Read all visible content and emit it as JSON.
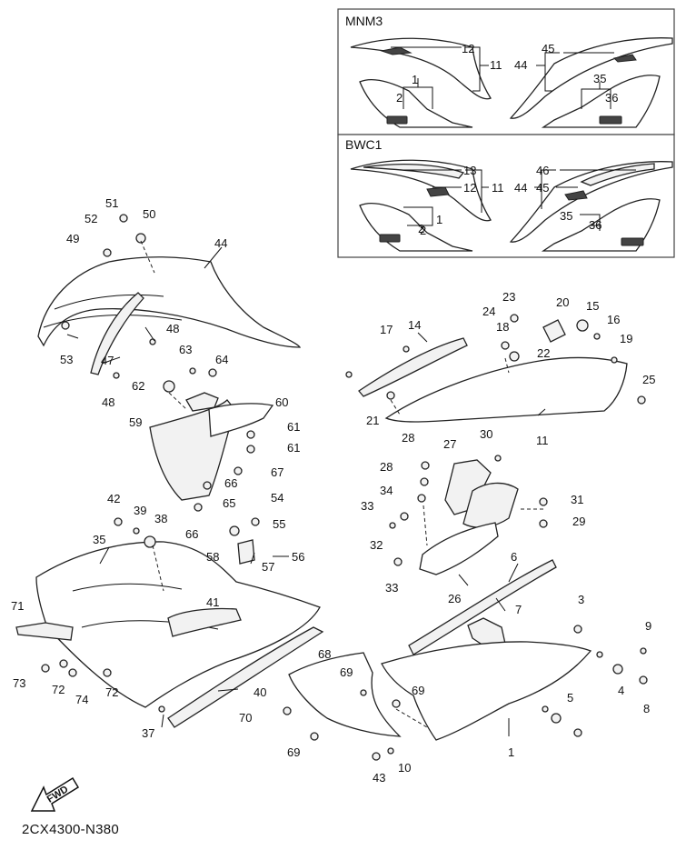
{
  "diagram_code": "2CX4300-N380",
  "fwd_label": "FWD",
  "inset_boxes": [
    {
      "title": "MNM3",
      "callouts": [
        "12",
        "11",
        "45",
        "44",
        "1",
        "2",
        "35",
        "36"
      ]
    },
    {
      "title": "BWC1",
      "callouts": [
        "13",
        "12",
        "11",
        "46",
        "44",
        "45",
        "1",
        "2",
        "35",
        "36"
      ]
    }
  ],
  "part_numbers": [
    "1",
    "2",
    "3",
    "4",
    "5",
    "6",
    "7",
    "8",
    "9",
    "10",
    "11",
    "12",
    "13",
    "14",
    "15",
    "16",
    "17",
    "18",
    "19",
    "20",
    "21",
    "22",
    "23",
    "24",
    "25",
    "26",
    "27",
    "28",
    "29",
    "30",
    "31",
    "32",
    "33",
    "34",
    "35",
    "36",
    "37",
    "38",
    "39",
    "40",
    "41",
    "42",
    "43",
    "44",
    "45",
    "46",
    "47",
    "48",
    "49",
    "50",
    "51",
    "52",
    "53",
    "54",
    "55",
    "56",
    "57",
    "58",
    "59",
    "60",
    "61",
    "62",
    "63",
    "64",
    "65",
    "66",
    "67",
    "68",
    "69",
    "70",
    "71",
    "72",
    "73",
    "74"
  ],
  "colors": {
    "line": "#111111",
    "part_fill": "#f2f2f2",
    "box_border": "#444444"
  }
}
